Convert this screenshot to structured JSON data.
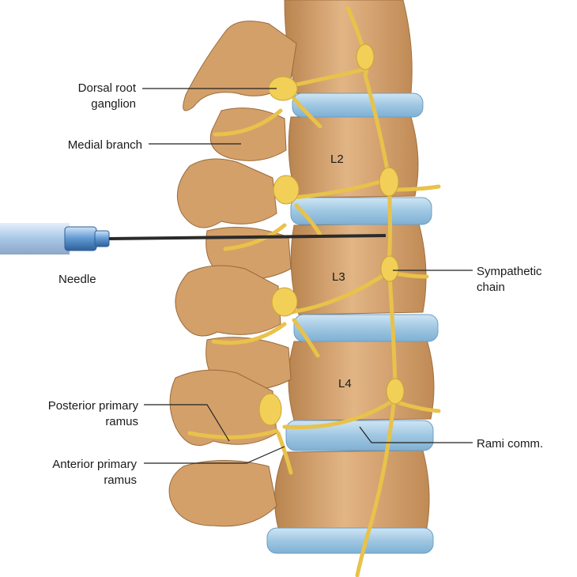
{
  "labels": {
    "dorsal_root_ganglion": [
      "Dorsal root",
      "ganglion"
    ],
    "medial_branch": "Medial branch",
    "needle": "Needle",
    "sympathetic_chain": [
      "Sympathetic",
      "chain"
    ],
    "posterior_primary_ramus": [
      "Posterior primary",
      "ramus"
    ],
    "anterior_primary_ramus": [
      "Anterior primary",
      "ramus"
    ],
    "rami_comm": "Rami comm."
  },
  "vertebrae": [
    "L2",
    "L3",
    "L4"
  ],
  "colors": {
    "bone": "#d9a873",
    "bone_shadow": "#b98450",
    "disc": "#a9cde6",
    "nerve": "#f2cf56",
    "needle_hub": "#6fa3d8"
  }
}
